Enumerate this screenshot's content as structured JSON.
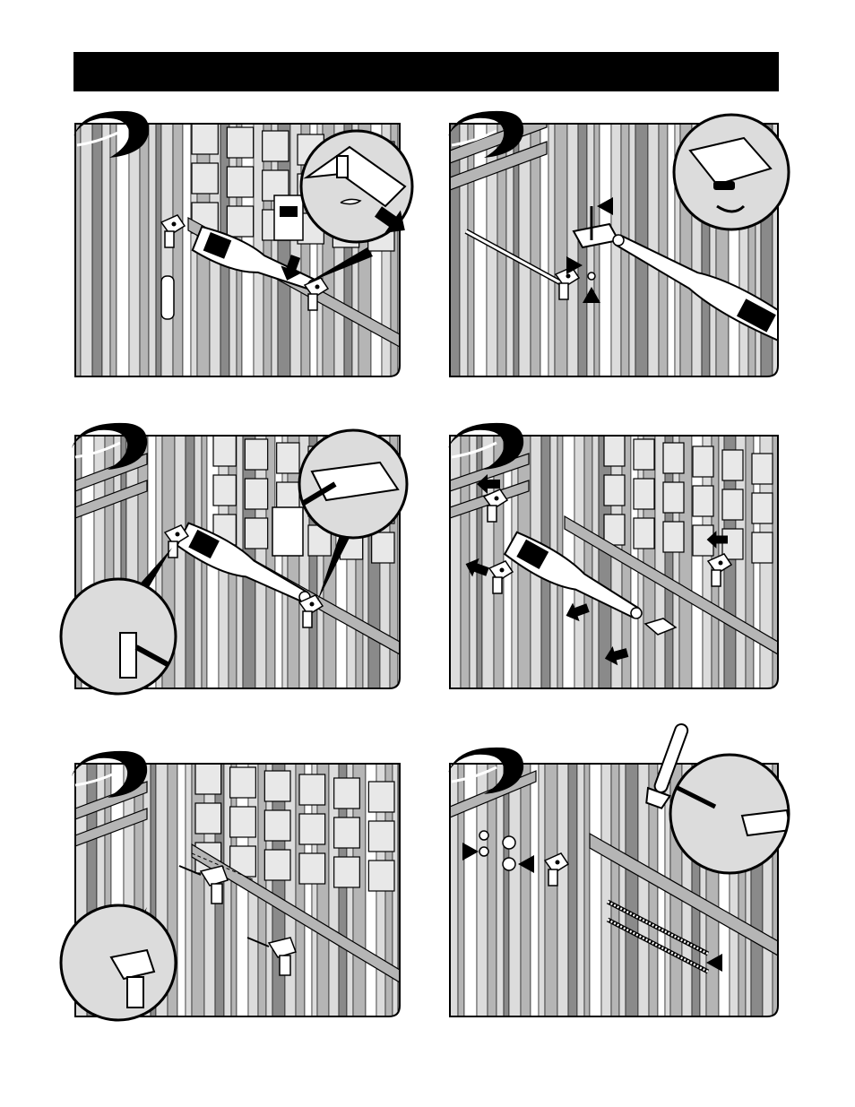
{
  "page": {
    "header_title": "",
    "colors": {
      "ink": "#000000",
      "paper": "#ffffff",
      "fence_dark": "#8a8a8a",
      "fence_mid": "#b5b5b5",
      "fence_light": "#dcdcdc"
    }
  },
  "panels": [
    {
      "id": "step-1",
      "scene": "remove-clevis-pin",
      "icon": "step-swoosh-icon"
    },
    {
      "id": "step-2",
      "scene": "loosen-bolt-wrench",
      "icon": "step-swoosh-icon"
    },
    {
      "id": "step-3",
      "scene": "disconnect-brackets",
      "icon": "step-swoosh-icon"
    },
    {
      "id": "step-4",
      "scene": "remove-operator",
      "icon": "step-swoosh-icon"
    },
    {
      "id": "step-5",
      "scene": "drill-holes",
      "icon": "step-swoosh-icon"
    },
    {
      "id": "step-6",
      "scene": "mount-bracket-bolts",
      "icon": "step-swoosh-icon"
    }
  ]
}
